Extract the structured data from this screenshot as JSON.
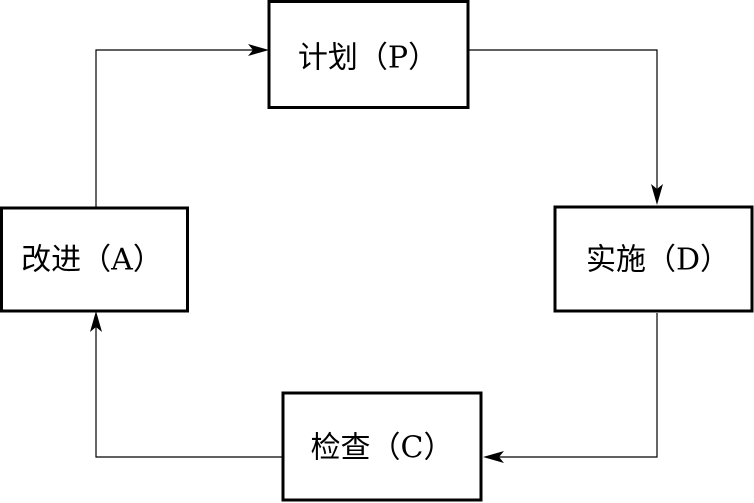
{
  "diagram": {
    "nodes": {
      "plan": {
        "label": "计划（P）"
      },
      "do": {
        "label": "实施（D）"
      },
      "check": {
        "label": "检查（C）"
      },
      "act": {
        "label": "改进（A）"
      }
    },
    "edges": [
      {
        "from": "plan",
        "to": "do"
      },
      {
        "from": "do",
        "to": "check"
      },
      {
        "from": "check",
        "to": "act"
      },
      {
        "from": "act",
        "to": "plan"
      }
    ]
  }
}
